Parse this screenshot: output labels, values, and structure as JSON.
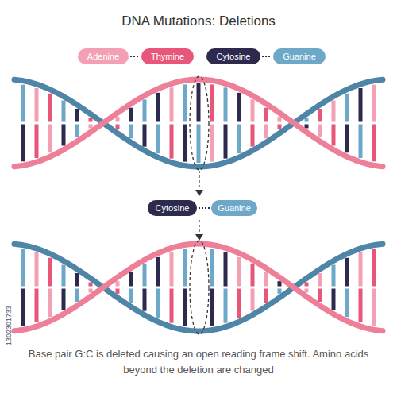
{
  "diagram": {
    "title": "DNA Mutations: Deletions",
    "caption": "Base pair G:C is deleted causing an open reading frame shift. Amino acids beyond the deletion are changed",
    "nodes": [
      {
        "text": [
          "Adenine"
        ]
      },
      {
        "text": [
          "Thymine"
        ]
      },
      {
        "text": [
          "Cytosine"
        ]
      },
      {
        "text": [
          "Guanine"
        ]
      },
      {
        "text": [
          "Cytosine"
        ]
      },
      {
        "text": [
          "Guanine"
        ]
      }
    ],
    "edges": [
      {
        "from": 0,
        "to": 1,
        "arrow": "none"
      },
      {
        "from": 2,
        "to": 3,
        "arrow": "none"
      },
      {
        "from": 4,
        "to": 5,
        "arrow": "none"
      }
    ],
    "labels": [
      "1302301733"
    ]
  }
}
